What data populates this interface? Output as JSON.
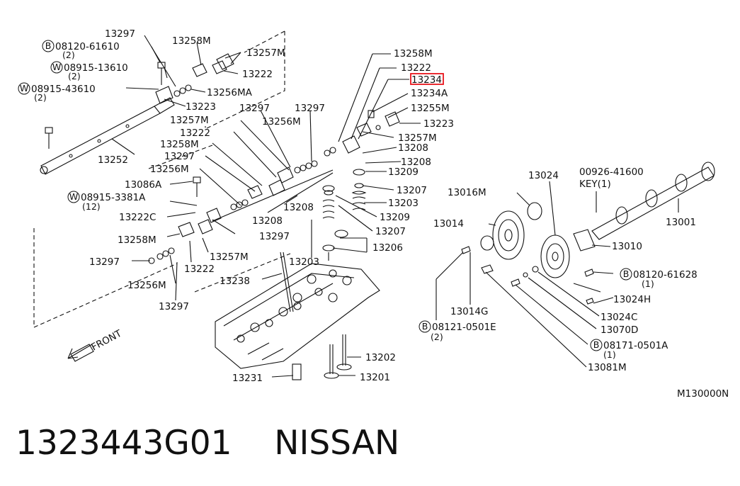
{
  "part_number_line": "1323443G01    NISSAN",
  "drawing_code": "M130000N",
  "front_label": "FRONT",
  "highlight_color": "#e8151b",
  "labels": [
    {
      "id": "l1",
      "text": "13297"
    },
    {
      "id": "l2",
      "text": "08120-61610",
      "badge": "B"
    },
    {
      "id": "l3",
      "text": "(2)"
    },
    {
      "id": "l4",
      "text": "13258M"
    },
    {
      "id": "l5",
      "text": "13257M"
    },
    {
      "id": "l6",
      "text": "08915-13610",
      "badge": "W"
    },
    {
      "id": "l7",
      "text": "(2)"
    },
    {
      "id": "l8",
      "text": "13222"
    },
    {
      "id": "l9",
      "text": "08915-43610",
      "badge": "W"
    },
    {
      "id": "l10",
      "text": "(2)"
    },
    {
      "id": "l11",
      "text": "13256MA"
    },
    {
      "id": "l12",
      "text": "13223"
    },
    {
      "id": "l13",
      "text": "13297"
    },
    {
      "id": "l14",
      "text": "13297"
    },
    {
      "id": "l15",
      "text": "13257M"
    },
    {
      "id": "l16",
      "text": "13256M"
    },
    {
      "id": "l17",
      "text": "13222"
    },
    {
      "id": "l18",
      "text": "13252"
    },
    {
      "id": "l19",
      "text": "13258M"
    },
    {
      "id": "l20",
      "text": "13297"
    },
    {
      "id": "l21",
      "text": "13256M"
    },
    {
      "id": "l22",
      "text": "13086A"
    },
    {
      "id": "l23",
      "text": "08915-3381A",
      "badge": "W"
    },
    {
      "id": "l24",
      "text": "(12)"
    },
    {
      "id": "l25",
      "text": "13222C"
    },
    {
      "id": "l26",
      "text": "13208"
    },
    {
      "id": "l27",
      "text": "13208"
    },
    {
      "id": "l28",
      "text": "13297"
    },
    {
      "id": "l29",
      "text": "13258M"
    },
    {
      "id": "l30",
      "text": "13297"
    },
    {
      "id": "l31",
      "text": "13257M"
    },
    {
      "id": "l32",
      "text": "13222"
    },
    {
      "id": "l33",
      "text": "13256M"
    },
    {
      "id": "l34",
      "text": "13238"
    },
    {
      "id": "l35",
      "text": "13297"
    },
    {
      "id": "l36",
      "text": "13258M"
    },
    {
      "id": "l37",
      "text": "13222"
    },
    {
      "id": "l38",
      "text": "13234",
      "highlight": true
    },
    {
      "id": "l39",
      "text": "13234A"
    },
    {
      "id": "l40",
      "text": "13255M"
    },
    {
      "id": "l41",
      "text": "13223"
    },
    {
      "id": "l42",
      "text": "13257M"
    },
    {
      "id": "l43",
      "text": "13208"
    },
    {
      "id": "l44",
      "text": "13208"
    },
    {
      "id": "l45",
      "text": "13209"
    },
    {
      "id": "l46",
      "text": "13207"
    },
    {
      "id": "l47",
      "text": "13203"
    },
    {
      "id": "l48",
      "text": "13209"
    },
    {
      "id": "l49",
      "text": "13207"
    },
    {
      "id": "l50",
      "text": "13206"
    },
    {
      "id": "l51",
      "text": "13203"
    },
    {
      "id": "l52",
      "text": "13202"
    },
    {
      "id": "l53",
      "text": "13201"
    },
    {
      "id": "l54",
      "text": "13231"
    },
    {
      "id": "l55",
      "text": "13024"
    },
    {
      "id": "l56",
      "text": "00926-41600"
    },
    {
      "id": "l57",
      "text": "KEY(1)"
    },
    {
      "id": "l58",
      "text": "13016M"
    },
    {
      "id": "l59",
      "text": "13014"
    },
    {
      "id": "l60",
      "text": "13001"
    },
    {
      "id": "l61",
      "text": "13010"
    },
    {
      "id": "l62",
      "text": "08120-61628",
      "badge": "B"
    },
    {
      "id": "l63",
      "text": "(1)"
    },
    {
      "id": "l64",
      "text": "13024H"
    },
    {
      "id": "l65",
      "text": "13014G"
    },
    {
      "id": "l66",
      "text": "13024C"
    },
    {
      "id": "l67",
      "text": "13070D"
    },
    {
      "id": "l68",
      "text": "08121-0501E",
      "badge": "B"
    },
    {
      "id": "l69",
      "text": "(2)"
    },
    {
      "id": "l70",
      "text": "08171-0501A",
      "badge": "B"
    },
    {
      "id": "l71",
      "text": "(1)"
    },
    {
      "id": "l72",
      "text": "13081M"
    }
  ]
}
